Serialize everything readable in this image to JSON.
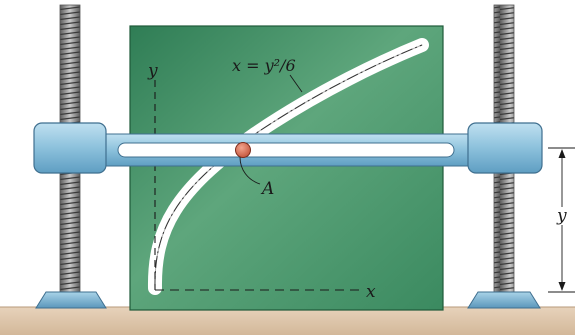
{
  "labels": {
    "curve_equation": "x = y²/6",
    "x_axis": "x",
    "y_axis": "y",
    "dimension": "y",
    "pin": "A"
  },
  "colors": {
    "plate": "#3f8f62",
    "bracket": "#8fc3de",
    "pin": "#d9705a",
    "threads": "#8a8a8a",
    "floor": "#d9c0a6"
  }
}
